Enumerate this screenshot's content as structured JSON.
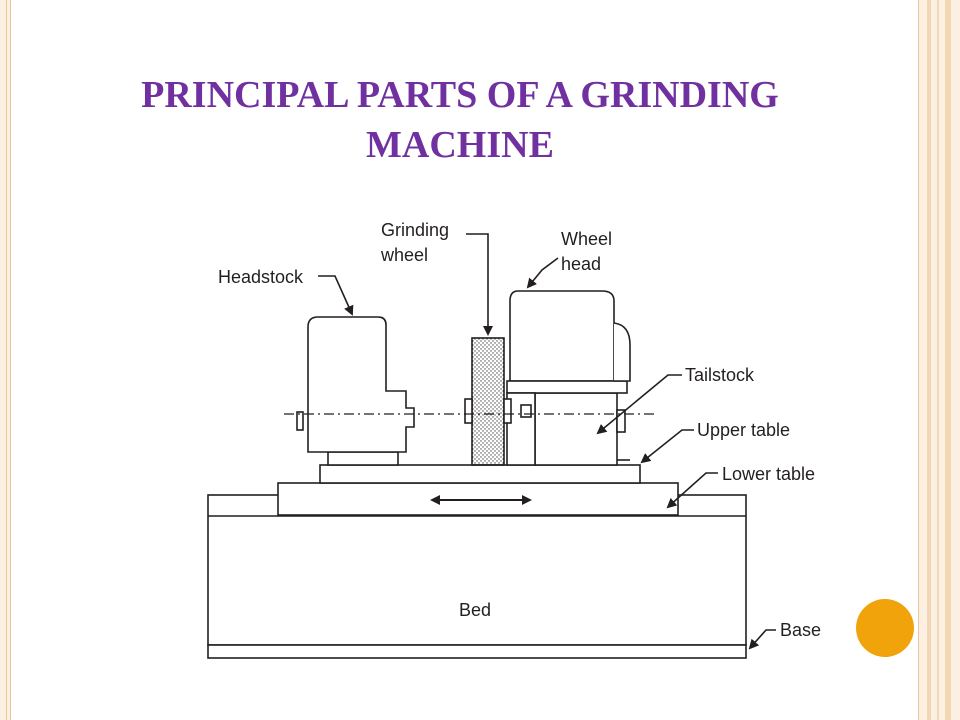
{
  "slide": {
    "title": "PRINCIPAL PARTS OF A GRINDING MACHINE",
    "title_color": "#7030a0",
    "accent_color": "#f0a30a",
    "frame_color": "#f1d7b4"
  },
  "diagram": {
    "labels": {
      "grinding_wheel_line1": "Grinding",
      "grinding_wheel_line2": "wheel",
      "wheel_head_line1": "Wheel",
      "wheel_head_line2": "head",
      "headstock": "Headstock",
      "tailstock": "Tailstock",
      "upper_table": "Upper table",
      "lower_table": "Lower table",
      "bed": "Bed",
      "base": "Base"
    }
  }
}
